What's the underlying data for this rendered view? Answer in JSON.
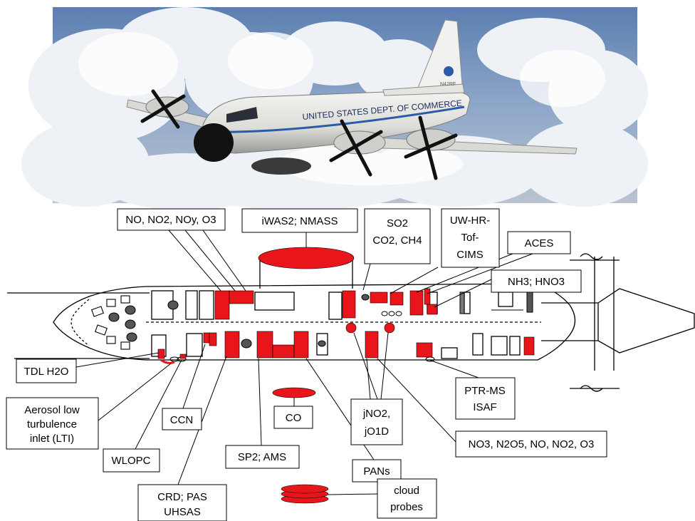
{
  "photo": {
    "fuselage_text": "UNITED STATES DEPT. OF COMMERCE",
    "tail_number": "N42RF"
  },
  "labels": {
    "no_group": "NO, NO2, NOy, O3",
    "iwas": "iWAS2; NMASS",
    "so2": "SO2",
    "co2_ch4": "CO2, CH4",
    "uw_1": "UW-HR-",
    "uw_2": "Tof-",
    "uw_3": "CIMS",
    "aces": "ACES",
    "nh3": "NH3; HNO3",
    "tdl": "TDL H2O",
    "lti_1": "Aerosol low",
    "lti_2": "turbulence",
    "lti_3": "inlet (LTI)",
    "ccn": "CCN",
    "co": "CO",
    "jno2": "jNO2,",
    "jo1d": "jO1D",
    "ptr_1": "PTR-MS",
    "ptr_2": "ISAF",
    "wlopc": "WLOPC",
    "sp2": "SP2; AMS",
    "pans": "PANs",
    "no3": "NO3, N2O5, NO, NO2, O3",
    "crd_1": "CRD; PAS",
    "crd_2": "UHSAS",
    "cloud_1": "cloud",
    "cloud_2": "probes"
  },
  "colors": {
    "instrument": "#e8151b",
    "sky": "#6f8fb8",
    "cloud": "#f2f4f7"
  }
}
